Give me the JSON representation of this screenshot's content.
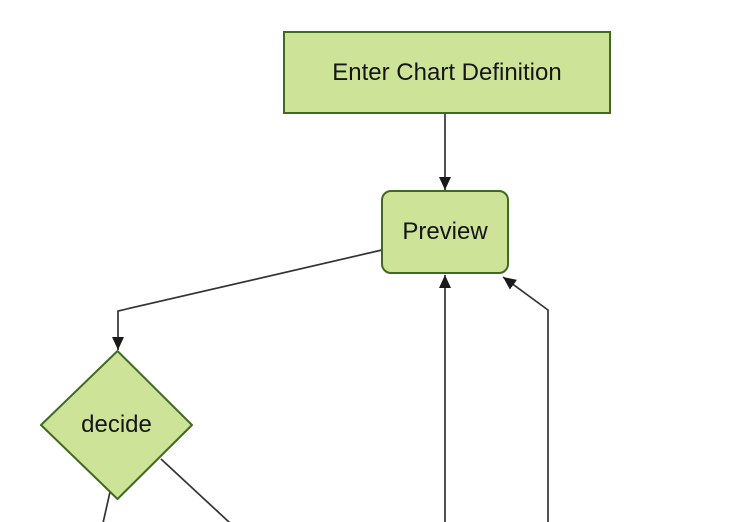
{
  "colors": {
    "background": "#ffffff",
    "node-fill": "#cde498",
    "node-border": "#3f6a21",
    "edge-line": "#333333",
    "arrowhead": "#1a1a1a",
    "label-text": "#151515"
  },
  "diagram": {
    "type": "flowchart",
    "orientation": "top-down",
    "nodes": [
      {
        "id": "enter-chart-definition",
        "label": "Enter Chart Definition",
        "shape": "rectangle"
      },
      {
        "id": "preview",
        "label": "Preview",
        "shape": "rounded-rectangle"
      },
      {
        "id": "decide",
        "label": "decide",
        "shape": "diamond"
      }
    ],
    "edges": [
      {
        "from": "enter-chart-definition",
        "to": "preview",
        "arrow": true
      },
      {
        "from": "preview",
        "to": "decide",
        "arrow": true
      },
      {
        "from": "offscreen-bottom",
        "to": "preview-bottom",
        "arrow": true
      },
      {
        "from": "offscreen-bottom",
        "to": "preview-bottom-right",
        "arrow": true
      },
      {
        "from": "decide",
        "to": "offscreen-bottom-left",
        "arrow": false
      },
      {
        "from": "decide",
        "to": "offscreen-bottom-right",
        "arrow": false
      }
    ]
  }
}
